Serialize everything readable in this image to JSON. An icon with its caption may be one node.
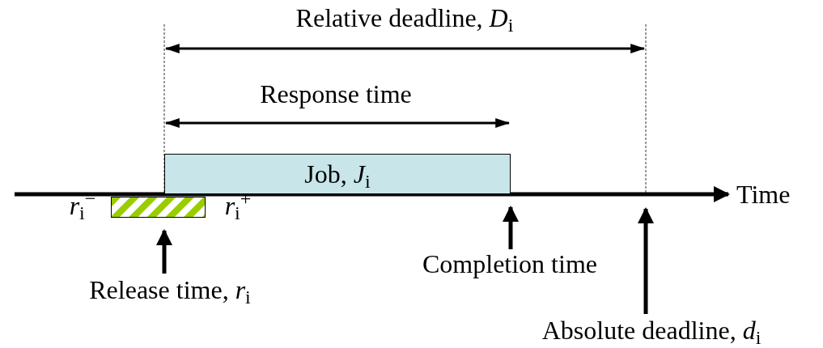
{
  "diagram": {
    "nodes": [
      {
        "text": [
          "Job, *J*$_{i}$"
        ]
      },
      {
        "text": [],
        "shape": "bar"
      },
      {
        "text": [
          "Release time, *r*$_{i}$"
        ]
      },
      {
        "text": [
          "Completion time"
        ]
      },
      {
        "text": [
          "Absolute deadline, *d*$_{i}$"
        ]
      },
      {
        "text": [],
        "shape": "line",
        "beside": [
          "Time"
        ]
      }
    ],
    "edges": [
      {
        "from": 2,
        "to": 1,
        "arrow": "to"
      },
      {
        "from": 3,
        "to": 0,
        "arrow": "to"
      },
      {
        "from": 4,
        "to": 5,
        "arrow": "to"
      }
    ],
    "labels": [
      "Relative deadline, *D*$_{i}$",
      "Response time",
      "*r*$_{i}$$^{−}$",
      "*r*$_{i}$$^{+}$"
    ]
  }
}
